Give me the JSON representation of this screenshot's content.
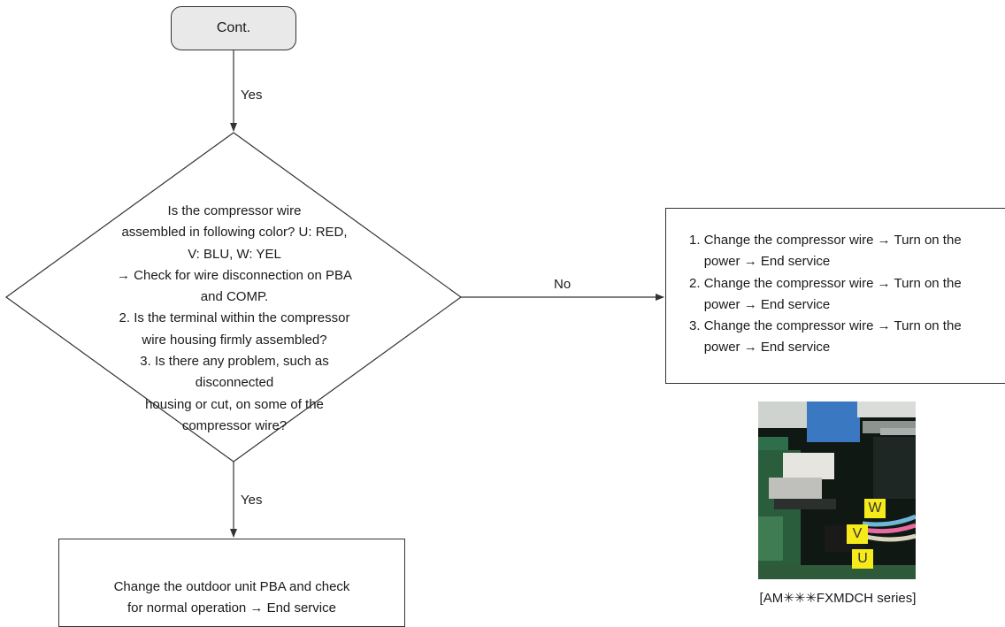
{
  "flow": {
    "start": "Cont.",
    "yes_top": "Yes",
    "decision_text": "Is the compressor wire\nassembled in following color? U: RED,\nV: BLU, W: YEL\n→ Check for wire disconnection on PBA and COMP.\n2. Is the terminal within the compressor\nwire housing firmly assembled?\n3. Is there any problem, such as disconnected\nhousing or cut, on some of the\ncompressor wire?",
    "no_label": "No",
    "yes_bottom": "Yes",
    "actions": [
      {
        "num": "1.",
        "text": "Change the compressor wire → Turn on the\npower → End service"
      },
      {
        "num": "2.",
        "text": "Change the compressor wire → Turn on the\npower → End service"
      },
      {
        "num": "3.",
        "text": "Change the compressor wire → Turn on the\npower → End service"
      }
    ],
    "bottom_action": "Change the outdoor unit PBA and check\nfor normal operation → End service"
  },
  "photo": {
    "caption": "[AM✳✳✳FXMDCH series]",
    "wire_labels": [
      "W",
      "V",
      "U"
    ],
    "label_color": "#f6ea1a"
  }
}
